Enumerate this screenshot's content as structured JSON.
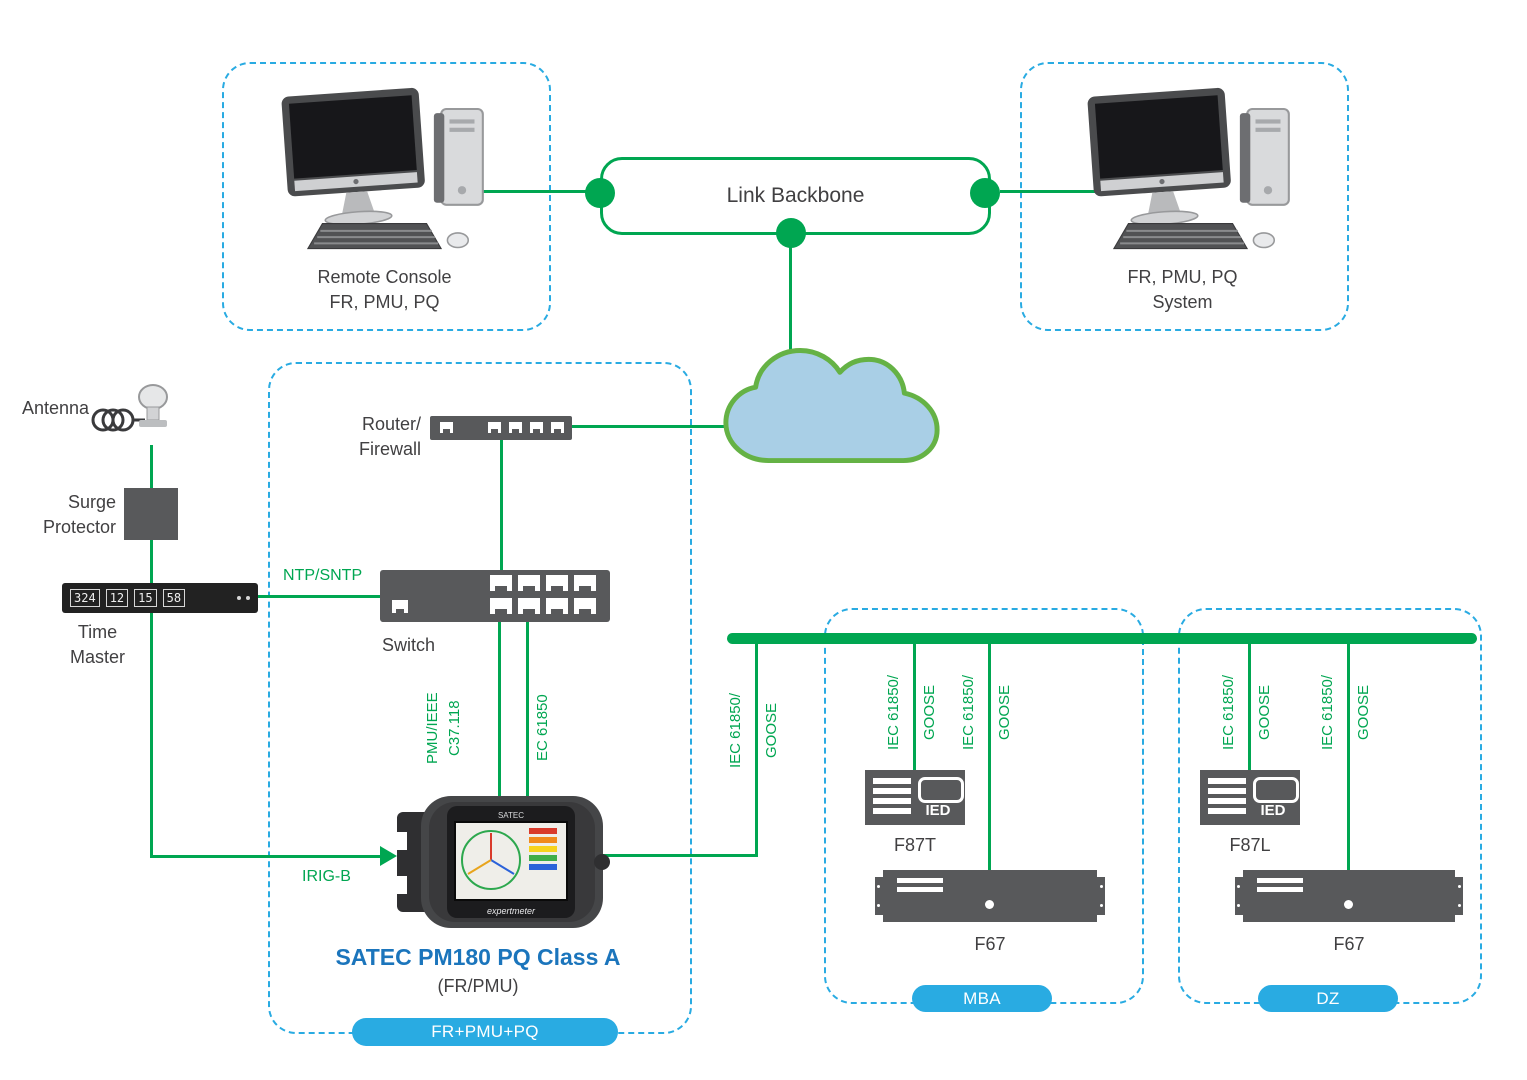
{
  "colors": {
    "line_green": "#00A651",
    "dashed_border_blue": "#29ABE2",
    "badge_blue": "#29ABE2",
    "device_gray": "#58595B",
    "cloud_fill": "#A9CFE6",
    "cloud_stroke": "#65B245",
    "title_blue": "#1B75BC",
    "text": "#414042"
  },
  "nodes": {
    "remote_console": {
      "line1": "Remote Console",
      "line2": "FR, PMU, PQ"
    },
    "link_backbone": {
      "label": "Link Backbone"
    },
    "system": {
      "line1": "FR, PMU, PQ",
      "line2": "System"
    },
    "antenna": {
      "label": "Antenna"
    },
    "surge": {
      "line1": "Surge",
      "line2": "Protector"
    },
    "time_master": {
      "display": [
        "324",
        "12",
        "15",
        "58"
      ],
      "line1": "Time",
      "line2": "Master"
    },
    "router": {
      "line1": "Router/",
      "line2": "Firewall"
    },
    "switch": {
      "label": "Switch"
    }
  },
  "pm180": {
    "title": "SATEC PM180 PQ Class A",
    "subtitle": "(FR/PMU)",
    "badge": "FR+PMU+PQ",
    "brand": "SATEC",
    "device_brand": "expertmeter"
  },
  "mba": {
    "badge": "MBA",
    "ied_label": "F87T",
    "rack_label": "F67"
  },
  "dz": {
    "badge": "DZ",
    "ied_label": "F87L",
    "rack_label": "F67"
  },
  "labels": {
    "ntp": "NTP/SNTP",
    "pmu_l1": "PMU/IEEE",
    "pmu_l2": "C37.118",
    "ec": "EC 61850",
    "irig": "IRIG-B",
    "iec": "IEC 61850/",
    "goose": "GOOSE",
    "ied": "IED"
  }
}
